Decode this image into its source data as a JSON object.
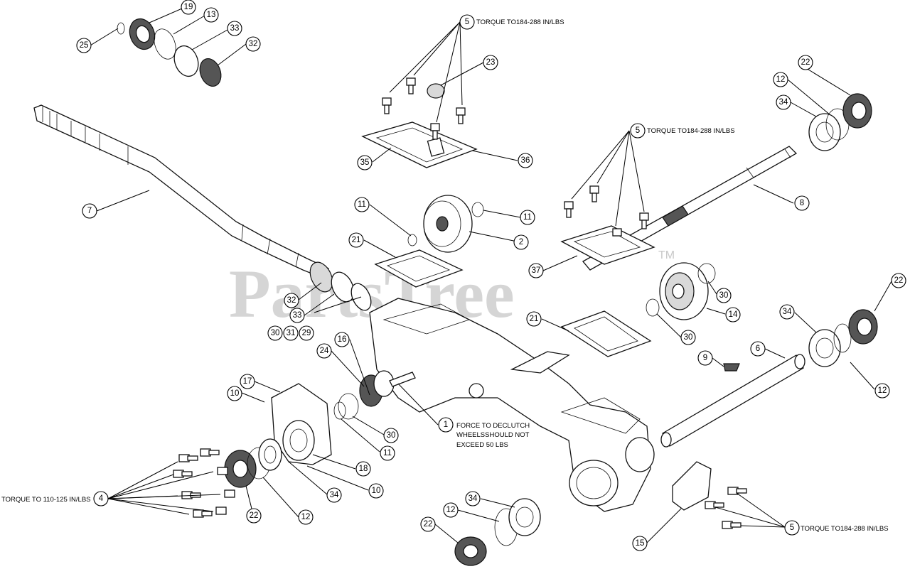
{
  "watermark": {
    "text": "PartsTree",
    "trademark": "TM"
  },
  "notes": {
    "torque_top": "TORQUE TO184-288 IN/LBS",
    "torque_right": "TORQUE TO184-288 IN/LBS",
    "torque_bottom_right": "TORQUE TO184-288 IN/LBS",
    "torque_left": "TORQUE TO 110-125 IN/LBS",
    "declutch_line1": "FORCE TO DECLUTCH",
    "declutch_line2": "WHEELSSHOULD NOT",
    "declutch_line3": "EXCEED 50 LBS"
  },
  "callouts": [
    {
      "id": "c25",
      "label": "25"
    },
    {
      "id": "c19",
      "label": "19"
    },
    {
      "id": "c13",
      "label": "13"
    },
    {
      "id": "c33a",
      "label": "33"
    },
    {
      "id": "c32a",
      "label": "32"
    },
    {
      "id": "c7",
      "label": "7"
    },
    {
      "id": "c5a",
      "label": "5"
    },
    {
      "id": "c23",
      "label": "23"
    },
    {
      "id": "c35",
      "label": "35"
    },
    {
      "id": "c36",
      "label": "36"
    },
    {
      "id": "c22a",
      "label": "22"
    },
    {
      "id": "c12a",
      "label": "12"
    },
    {
      "id": "c34a",
      "label": "34"
    },
    {
      "id": "c5b",
      "label": "5"
    },
    {
      "id": "c8",
      "label": "8"
    },
    {
      "id": "c11a",
      "label": "11"
    },
    {
      "id": "c11b",
      "label": "11"
    },
    {
      "id": "c2",
      "label": "2"
    },
    {
      "id": "c21a",
      "label": "21"
    },
    {
      "id": "c37",
      "label": "37"
    },
    {
      "id": "c30a",
      "label": "30"
    },
    {
      "id": "c14",
      "label": "14"
    },
    {
      "id": "c30b",
      "label": "30"
    },
    {
      "id": "c21b",
      "label": "21"
    },
    {
      "id": "c22b",
      "label": "22"
    },
    {
      "id": "c34b",
      "label": "34"
    },
    {
      "id": "c12b",
      "label": "12"
    },
    {
      "id": "c9",
      "label": "9"
    },
    {
      "id": "c6",
      "label": "6"
    },
    {
      "id": "c32b",
      "label": "32"
    },
    {
      "id": "c33b",
      "label": "33"
    },
    {
      "id": "c30c",
      "label": "30"
    },
    {
      "id": "c31",
      "label": "31"
    },
    {
      "id": "c29",
      "label": "29"
    },
    {
      "id": "c16",
      "label": "16"
    },
    {
      "id": "c24",
      "label": "24"
    },
    {
      "id": "c17",
      "label": "17"
    },
    {
      "id": "c10a",
      "label": "10"
    },
    {
      "id": "c30d",
      "label": "30"
    },
    {
      "id": "c11c",
      "label": "11"
    },
    {
      "id": "c1",
      "label": "1"
    },
    {
      "id": "c18",
      "label": "18"
    },
    {
      "id": "c10b",
      "label": "10"
    },
    {
      "id": "c34c",
      "label": "34"
    },
    {
      "id": "c4",
      "label": "4"
    },
    {
      "id": "c22c",
      "label": "22"
    },
    {
      "id": "c12c",
      "label": "12"
    },
    {
      "id": "c34d",
      "label": "34"
    },
    {
      "id": "c12d",
      "label": "12"
    },
    {
      "id": "c22d",
      "label": "22"
    },
    {
      "id": "c15",
      "label": "15"
    },
    {
      "id": "c5c",
      "label": "5"
    }
  ]
}
